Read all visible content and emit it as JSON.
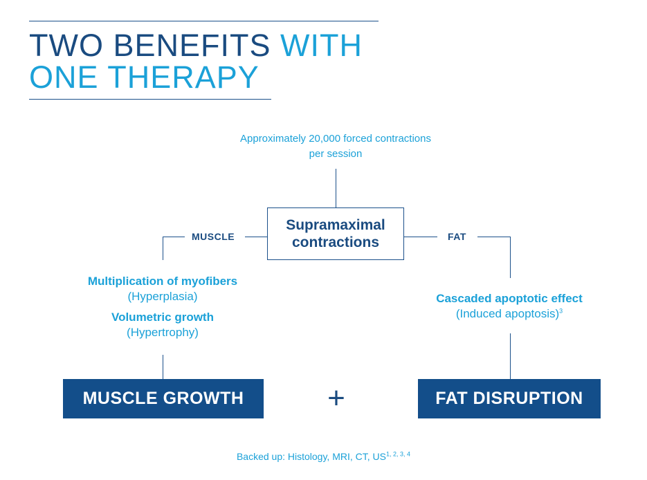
{
  "title": {
    "line1_dark": "TWO BENEFITS",
    "line1_light": "WITH",
    "line2_light": "ONE THERAPY"
  },
  "top_caption": {
    "line1": "Approximately 20,000 forced contractions",
    "line2": "per session"
  },
  "center": {
    "line1": "Supramaximal",
    "line2": "contractions"
  },
  "branches": {
    "left_label": "MUSCLE",
    "right_label": "FAT"
  },
  "muscle": {
    "effect1": "Multiplication of myofibers",
    "effect1_note": "(Hyperplasia)",
    "effect2": "Volumetric growth",
    "effect2_note": "(Hypertrophy)",
    "result": "MUSCLE GROWTH"
  },
  "fat": {
    "effect": "Cascaded apoptotic effect",
    "effect_note": "(Induced apoptosis)",
    "effect_note_ref": "3",
    "result": "FAT DISRUPTION"
  },
  "plus": "+",
  "footer": {
    "text": "Backed up: Histology, MRI, CT, US",
    "refs": "1, 2, 3, 4"
  },
  "colors": {
    "dark_blue": "#1a4b80",
    "light_blue": "#1ba1d8",
    "box_fill": "#134e8a"
  }
}
